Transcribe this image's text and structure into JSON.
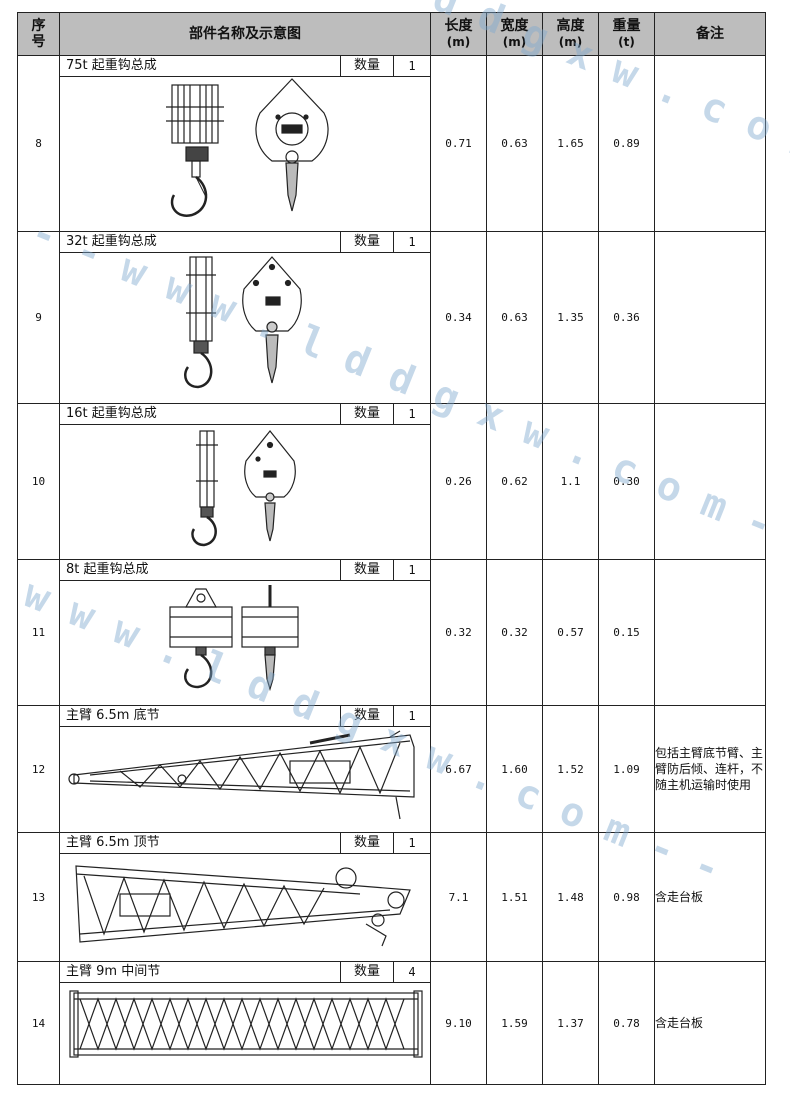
{
  "header": {
    "seq": "序\n号",
    "name": "部件名称及示意图",
    "length": "长度",
    "length_unit": "(m)",
    "width": "宽度",
    "width_unit": "(m)",
    "height": "高度",
    "height_unit": "(m)",
    "weight": "重量",
    "weight_unit": "(t)",
    "remark": "备注"
  },
  "qty_label": "数量",
  "rows": [
    {
      "seq": "8",
      "name": "75t 起重钩总成",
      "qty": "1",
      "length": "0.71",
      "width": "0.63",
      "height": "1.65",
      "weight": "0.89",
      "remark": ""
    },
    {
      "seq": "9",
      "name": "32t 起重钩总成",
      "qty": "1",
      "length": "0.34",
      "width": "0.63",
      "height": "1.35",
      "weight": "0.36",
      "remark": ""
    },
    {
      "seq": "10",
      "name": "16t 起重钩总成",
      "qty": "1",
      "length": "0.26",
      "width": "0.62",
      "height": "1.1",
      "weight": "0.30",
      "remark": ""
    },
    {
      "seq": "11",
      "name": "8t 起重钩总成",
      "qty": "1",
      "length": "0.32",
      "width": "0.32",
      "height": "0.57",
      "weight": "0.15",
      "remark": ""
    },
    {
      "seq": "12",
      "name": "主臂 6.5m 底节",
      "qty": "1",
      "length": "6.67",
      "width": "1.60",
      "height": "1.52",
      "weight": "1.09",
      "remark": "包括主臂底节臂、主臂防后倾、连杆，不随主机运输时使用"
    },
    {
      "seq": "13",
      "name": "主臂 6.5m 顶节",
      "qty": "1",
      "length": "7.1",
      "width": "1.51",
      "height": "1.48",
      "weight": "0.98",
      "remark": "含走台板"
    },
    {
      "seq": "14",
      "name": "主臂 9m 中间节",
      "qty": "4",
      "length": "9.10",
      "width": "1.59",
      "height": "1.37",
      "weight": "0.78",
      "remark": "含走台板"
    }
  ],
  "watermark": "- - w w w . l d d g x w . c o m - -"
}
